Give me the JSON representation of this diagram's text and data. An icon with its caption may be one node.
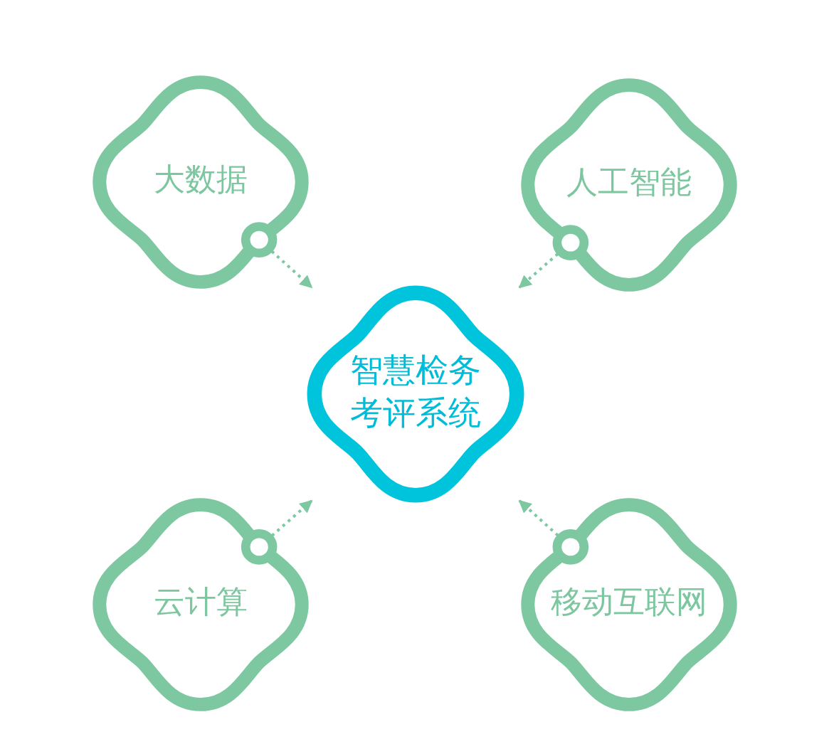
{
  "diagram": {
    "nodes": [
      {
        "text": [
          "大数据"
        ]
      },
      {
        "text": [
          "人工智能"
        ]
      },
      {
        "text": [
          "智慧检务考评系统"
        ]
      },
      {
        "text": [
          "云计算"
        ]
      },
      {
        "text": [
          "移动互联网"
        ]
      }
    ],
    "edges": [
      {
        "from": 0,
        "to": 2,
        "arrow": "to",
        "style": "dashed"
      },
      {
        "from": 1,
        "to": 2,
        "arrow": "to",
        "style": "dashed"
      },
      {
        "from": 3,
        "to": 2,
        "arrow": "to",
        "style": "dashed"
      },
      {
        "from": 4,
        "to": 2,
        "arrow": "to",
        "style": "dashed"
      }
    ]
  }
}
